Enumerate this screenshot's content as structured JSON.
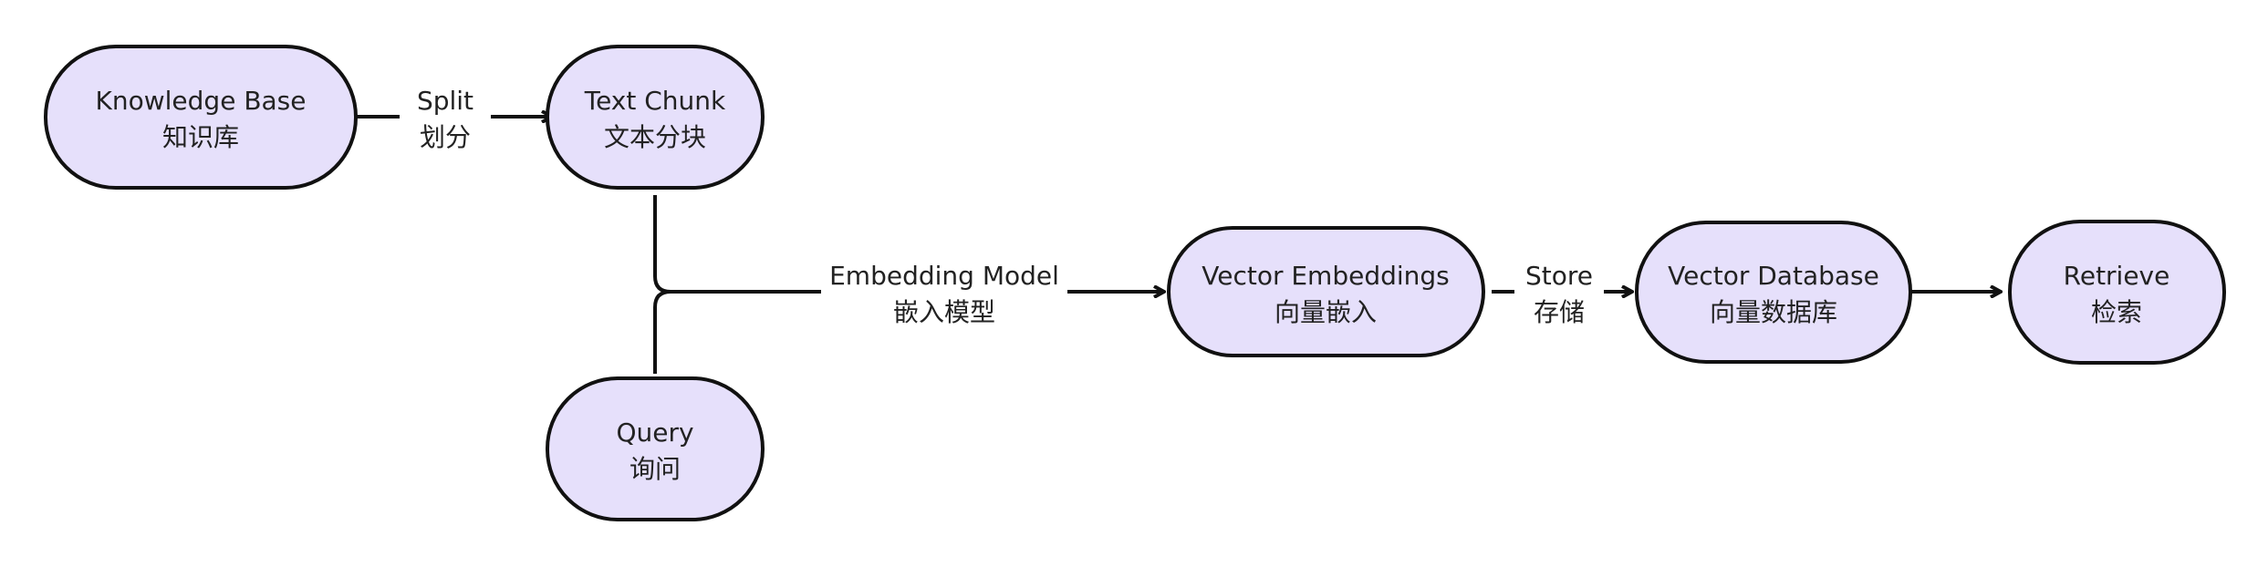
{
  "colors": {
    "node_fill": "#e6e0fb",
    "stroke": "#111111",
    "text": "#222222",
    "background": "#ffffff"
  },
  "nodes": {
    "knowledge_base": {
      "en": "Knowledge Base",
      "zh": "知识库"
    },
    "text_chunk": {
      "en": "Text Chunk",
      "zh": "文本分块"
    },
    "query": {
      "en": "Query",
      "zh": "询问"
    },
    "vector_embeddings": {
      "en": "Vector Embeddings",
      "zh": "向量嵌入"
    },
    "vector_database": {
      "en": "Vector Database",
      "zh": "向量数据库"
    },
    "retrieve": {
      "en": "Retrieve",
      "zh": "检索"
    }
  },
  "edges": {
    "split": {
      "en": "Split",
      "zh": "划分"
    },
    "embedding_model": {
      "en": "Embedding Model",
      "zh": "嵌入模型"
    },
    "store": {
      "en": "Store",
      "zh": "存储"
    }
  }
}
